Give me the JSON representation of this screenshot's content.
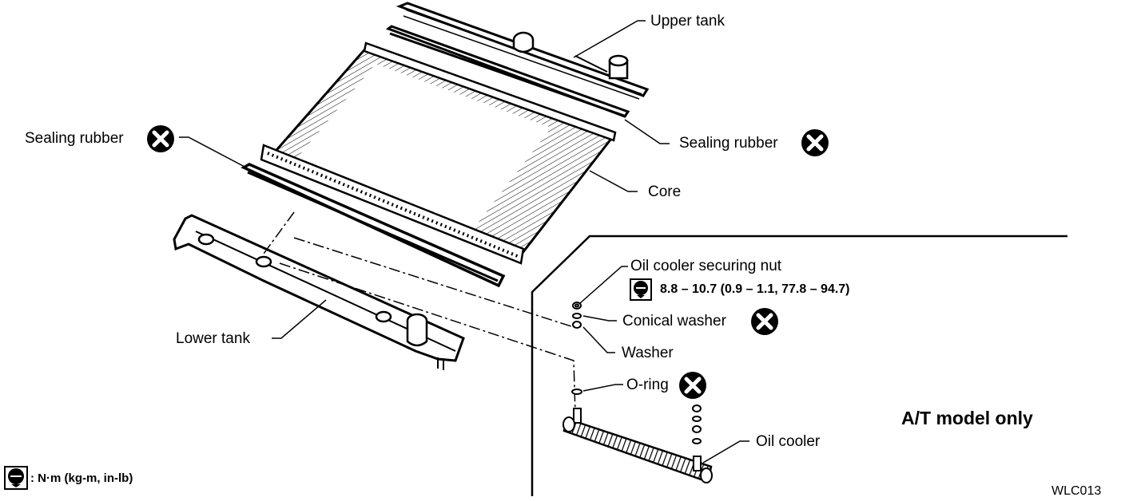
{
  "labels": {
    "upper_tank": "Upper tank",
    "sealing_rubber_right": "Sealing rubber",
    "sealing_rubber_left": "Sealing rubber",
    "core": "Core",
    "lower_tank": "Lower tank",
    "oil_cooler_securing_nut": "Oil cooler securing nut",
    "torque_spec": "8.8 – 10.7 (0.9 – 1.1, 77.8 – 94.7)",
    "conical_washer": "Conical washer",
    "washer": "Washer",
    "o_ring": "O-ring",
    "oil_cooler": "Oil cooler"
  },
  "model_note": "A/T model only",
  "legend": {
    "unit": ": N·m (kg-m, in-lb)"
  },
  "figure_code": "WLC013",
  "icons": {
    "do_not_reuse": "x-circle-icon",
    "torque": "torque-wrench-icon"
  }
}
